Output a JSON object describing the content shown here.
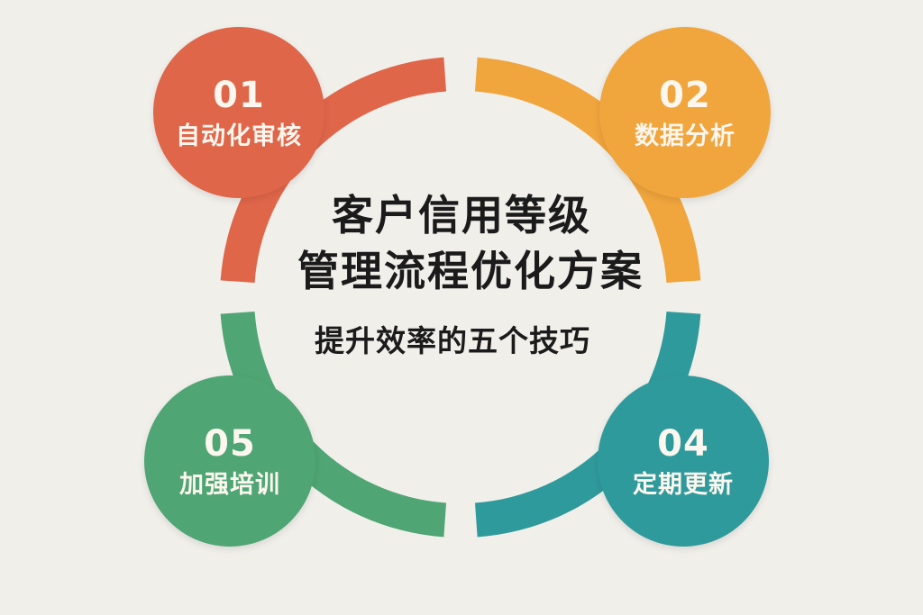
{
  "title": {
    "line1": "客户信用等级",
    "line2": "管理流程优化方案"
  },
  "subtitle": "提升效率的五个技巧",
  "steps": [
    {
      "number": "01",
      "label": "自动化审核",
      "color": "#e0664a"
    },
    {
      "number": "02",
      "label": "数据分析",
      "color": "#f0a53d"
    },
    {
      "number": "04",
      "label": "定期更新",
      "color": "#2f9a9c"
    },
    {
      "number": "05",
      "label": "加强培训",
      "color": "#4fa574"
    }
  ],
  "ring_segments": [
    {
      "name": "top-left",
      "color": "#e0664a"
    },
    {
      "name": "top-right",
      "color": "#f0a53d"
    },
    {
      "name": "bottom-right",
      "color": "#2f9a9c"
    },
    {
      "name": "bottom-left",
      "color": "#4fa574"
    }
  ],
  "background_color": "#f1efea"
}
